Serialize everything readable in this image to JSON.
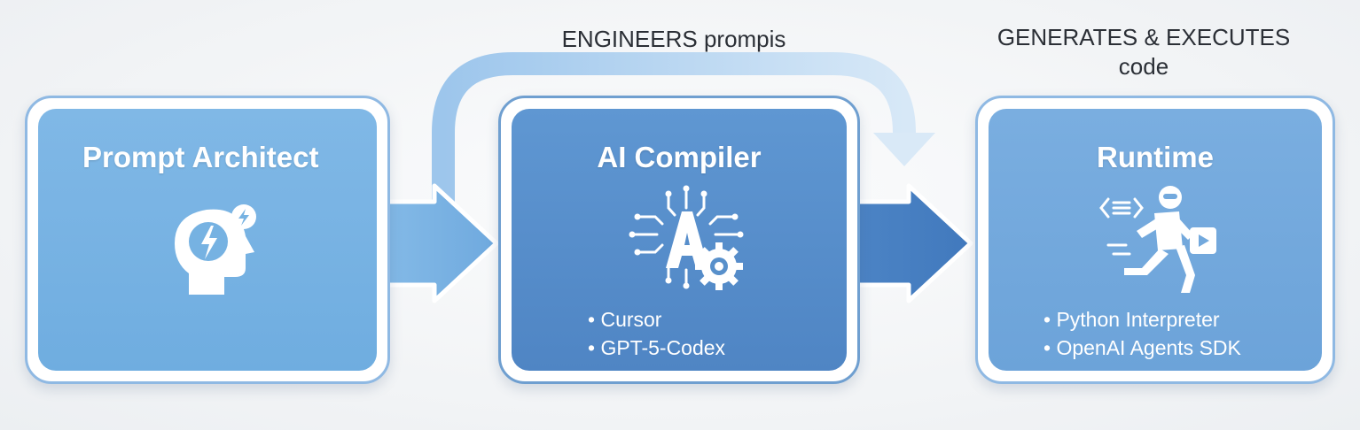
{
  "captions": {
    "top_left": "ENGINEERS prompis",
    "top_right_line1": "GENERATES & EXECUTES",
    "top_right_line2": "code"
  },
  "boxes": [
    {
      "title": "Prompt Architect",
      "icon": "head-with-lightning-icon",
      "bullets": []
    },
    {
      "title": "AI Compiler",
      "icon": "ai-chip-gear-icon",
      "bullets": [
        "Cursor",
        "GPT-5-Codex"
      ]
    },
    {
      "title": "Runtime",
      "icon": "running-robot-icon",
      "bullets": [
        "Python Interpreter",
        "OpenAI Agents SDK"
      ]
    }
  ],
  "colors": {
    "box1_fill": "#77b3e3",
    "box2_fill": "#5890cb",
    "box3_fill": "#73a9dd",
    "border": "#8fb9e3",
    "caption_text": "#2b2f36"
  }
}
